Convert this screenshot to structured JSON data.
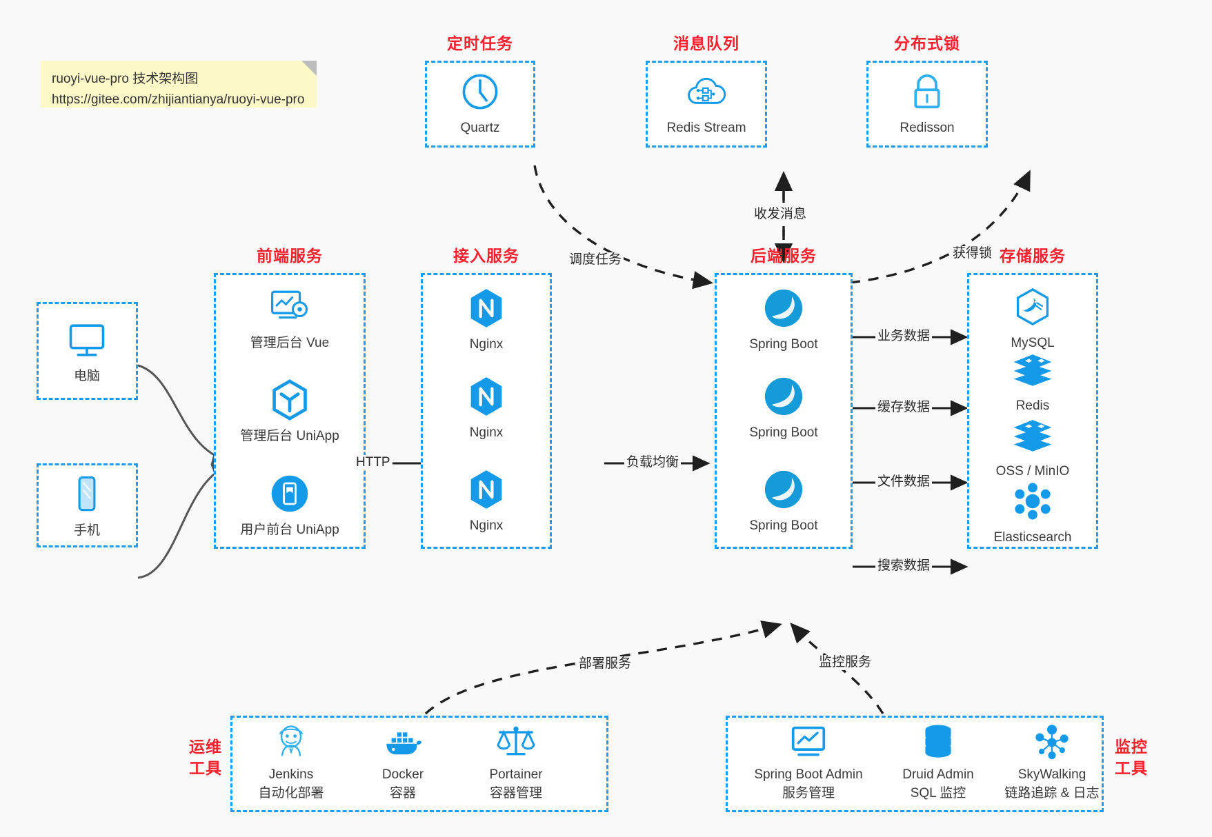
{
  "note": {
    "line1": "ruoyi-vue-pro 技术架构图",
    "line2": "https://gitee.com/zhijiantianya/ruoyi-vue-pro"
  },
  "colors": {
    "accent_blue": "#1e9cf5",
    "icon_blue": "#149ae8",
    "title_red": "#f5222d",
    "background": "#f9f9f9",
    "note_yellow": "#fcf8c8",
    "edge_gray": "#555555",
    "edge_black": "#1f1f1f"
  },
  "groups": {
    "scheduler": {
      "title": "定时任务",
      "nodes": [
        {
          "label": "Quartz",
          "icon": "clock-icon"
        }
      ]
    },
    "mq": {
      "title": "消息队列",
      "nodes": [
        {
          "label": "Redis Stream",
          "icon": "cloud-stream-icon"
        }
      ]
    },
    "lock": {
      "title": "分布式锁",
      "nodes": [
        {
          "label": "Redisson",
          "icon": "lock-icon"
        }
      ]
    },
    "client_pc": {
      "title": "",
      "nodes": [
        {
          "label": "电脑",
          "icon": "desktop-icon"
        }
      ]
    },
    "client_mob": {
      "title": "",
      "nodes": [
        {
          "label": "手机",
          "icon": "phone-icon"
        }
      ]
    },
    "frontend": {
      "title": "前端服务",
      "nodes": [
        {
          "label": "管理后台 Vue",
          "icon": "dashboard-vue-icon"
        },
        {
          "label": "管理后台 UniApp",
          "icon": "uniapp-cube-icon"
        },
        {
          "label": "用户前台 UniApp",
          "icon": "mobile-app-icon"
        }
      ]
    },
    "gateway": {
      "title": "接入服务",
      "nodes": [
        {
          "label": "Nginx",
          "icon": "nginx-icon"
        },
        {
          "label": "Nginx",
          "icon": "nginx-icon"
        },
        {
          "label": "Nginx",
          "icon": "nginx-icon"
        }
      ]
    },
    "backend": {
      "title": "后端服务",
      "nodes": [
        {
          "label": "Spring Boot",
          "icon": "spring-boot-icon"
        },
        {
          "label": "Spring Boot",
          "icon": "spring-boot-icon"
        },
        {
          "label": "Spring Boot",
          "icon": "spring-boot-icon"
        }
      ]
    },
    "storage": {
      "title": "存储服务",
      "nodes": [
        {
          "label": "MySQL",
          "icon": "mysql-icon"
        },
        {
          "label": "Redis",
          "icon": "redis-icon"
        },
        {
          "label": "OSS / MinIO",
          "icon": "oss-minio-icon"
        },
        {
          "label": "Elasticsearch",
          "icon": "elasticsearch-icon"
        }
      ]
    },
    "devops": {
      "title": "运维\n工具",
      "title_line1": "运维",
      "title_line2": "工具",
      "nodes": [
        {
          "label": "Jenkins",
          "sub": "自动化部署",
          "icon": "jenkins-icon"
        },
        {
          "label": "Docker",
          "sub": "容器",
          "icon": "docker-icon"
        },
        {
          "label": "Portainer",
          "sub": "容器管理",
          "icon": "portainer-icon"
        }
      ]
    },
    "monitor": {
      "title_line1": "监控",
      "title_line2": "工具",
      "nodes": [
        {
          "label": "Spring Boot Admin",
          "sub": "服务管理",
          "icon": "boot-admin-icon"
        },
        {
          "label": "Druid Admin",
          "sub": "SQL 监控",
          "icon": "druid-db-icon"
        },
        {
          "label": "SkyWalking",
          "sub": "链路追踪 & 日志",
          "icon": "skywalking-icon"
        }
      ]
    }
  },
  "edges": [
    {
      "id": "http",
      "label": "HTTP",
      "from": "frontend",
      "to": "gateway",
      "style": "solid"
    },
    {
      "id": "loadbalance",
      "label": "负载均衡",
      "from": "gateway",
      "to": "backend",
      "style": "solid"
    },
    {
      "id": "biz-data",
      "label": "业务数据",
      "from": "backend",
      "to": "storage",
      "style": "solid"
    },
    {
      "id": "cache-data",
      "label": "缓存数据",
      "from": "backend",
      "to": "storage",
      "style": "solid"
    },
    {
      "id": "file-data",
      "label": "文件数据",
      "from": "backend",
      "to": "storage",
      "style": "solid"
    },
    {
      "id": "search-data",
      "label": "搜索数据",
      "from": "backend",
      "to": "storage",
      "style": "solid"
    },
    {
      "id": "schedule-task",
      "label": "调度任务",
      "from": "scheduler",
      "to": "backend",
      "style": "dashed"
    },
    {
      "id": "send-recv-msg",
      "label": "收发消息",
      "from": "mq",
      "to": "backend",
      "style": "dashed"
    },
    {
      "id": "acquire-lock",
      "label": "获得锁",
      "from": "backend",
      "to": "lock",
      "style": "dashed"
    },
    {
      "id": "deploy-service",
      "label": "部署服务",
      "from": "devops",
      "to": "backend",
      "style": "dashed"
    },
    {
      "id": "monitor-service",
      "label": "监控服务",
      "from": "monitor",
      "to": "backend",
      "style": "dashed"
    },
    {
      "id": "pc-to-frontend",
      "label": "",
      "from": "client_pc",
      "to": "frontend",
      "style": "solid"
    },
    {
      "id": "mobile-to-frontend",
      "label": "",
      "from": "client_mob",
      "to": "frontend",
      "style": "solid"
    }
  ]
}
